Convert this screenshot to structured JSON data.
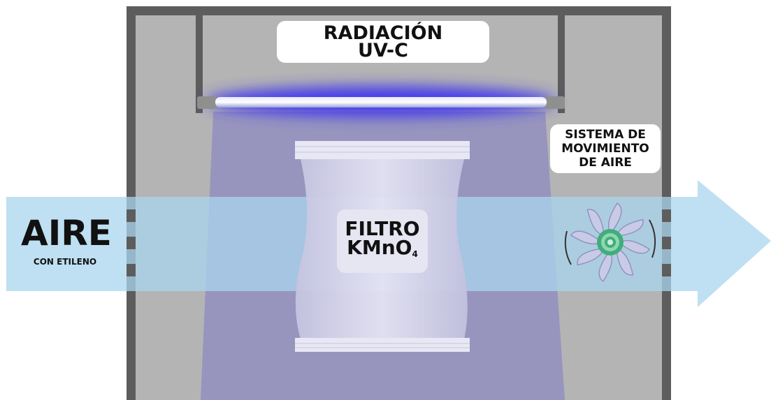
{
  "labels": {
    "uv_line1": "RADIACIÓN",
    "uv_line2": "UV-C",
    "air_system_line1": "SISTEMA DE",
    "air_system_line2": "MOVIMIENTO",
    "air_system_line3": "DE AIRE",
    "filter_line1": "FILTRO",
    "filter_formula": "KMnO",
    "filter_subscript": "4",
    "air_title": "AIRE",
    "air_subtitle": "CON ETILENO"
  },
  "colors": {
    "chamber_frame": "#5d5d5d",
    "chamber_fill": "#b4b4b4",
    "uv_light": "#3b2df0",
    "uv_beam": "#8c8ad0",
    "air_flow": "#b7def1",
    "filter_bag": "#d9d8ec",
    "fan_blades": "#c9cbe6",
    "fan_hub": "#3fae7a"
  },
  "icons": {
    "fan": "fan-icon",
    "uv_lamp": "uv-lamp-icon",
    "filter_bag": "filter-bag-icon"
  }
}
